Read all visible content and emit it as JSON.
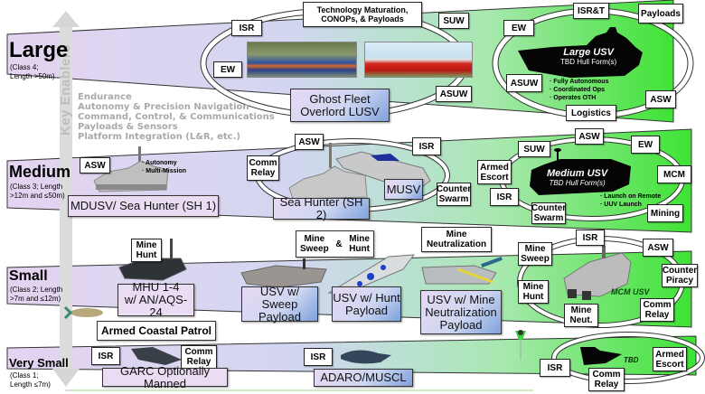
{
  "key_enablers": {
    "axis_label": "Key Enablers",
    "items": [
      "Endurance",
      "Autonomy & Precision Navigation",
      "Command, Control, & Communications",
      "Payloads & Sensors",
      "Platform Integration (L&R, etc.)"
    ]
  },
  "colors": {
    "band_purple": "#e4d6f1",
    "band_green_light": "#a6e8b0",
    "band_green_bright": "#44e63a",
    "ring_white": "#ffffff",
    "ring_outline": "#333333",
    "name_box_blue": "#7ea1dc"
  },
  "classes": {
    "large": {
      "title": "Large",
      "subtitle_line1": "(Class 4;",
      "subtitle_line2": "Length >50m)",
      "ring_tags": [
        "Technology Maturation,\nCONOPs, & Payloads",
        "ISR",
        "EW",
        "SUW",
        "ASUW"
      ],
      "platform_name": "Ghost Fleet\nOverlord LUSV",
      "future": {
        "title": "Large USV",
        "subtitle": "TBD Hull Form(s)",
        "tags": [
          "ISR&T",
          "Payloads",
          "EW",
          "ASUW",
          "ASW",
          "Logistics"
        ],
        "bullets": [
          "Fully Autonomous",
          "Coordinated Ops",
          "Operates OTH"
        ]
      }
    },
    "medium": {
      "title": "Medium",
      "subtitle_line1": "(Class 3; Length",
      "subtitle_line2": ">12m and ≤50m)",
      "sh1": {
        "tag": "ASW",
        "bullets": [
          "Autonomy",
          "Multi-Mission"
        ],
        "name": "MDUSV/ Sea Hunter (SH 1)"
      },
      "sh2": {
        "tags": [
          "ASW",
          "Comm\nRelay",
          "ISR",
          "Counter\nSwarm"
        ],
        "name": "Sea Hunter (SH 2)",
        "musv": "MUSV"
      },
      "future": {
        "title": "Medium USV",
        "subtitle": "TBD Hull Form(s)",
        "tags": [
          "SUW",
          "ASW",
          "EW",
          "Armed\nEscort",
          "MCM",
          "ISR",
          "Counter\nSwarm",
          "Mining"
        ],
        "bullets": [
          "Launch on Remote",
          "UUV Launch"
        ]
      }
    },
    "small": {
      "title": "Small",
      "subtitle_line1": "(Class 2; Length",
      "subtitle_line2": ">7m and ≤12m)",
      "mhu": {
        "tag": "Mine\nHunt",
        "name": "MHU 1-4\nw/ AN/AQS-24"
      },
      "sweep_hunt_tag": {
        "left": "Mine\nSweep",
        "amp": "&",
        "right": "Mine\nHunt"
      },
      "sweep_name": "USV w/ Sweep\nPayload",
      "hunt_name": "USV w/ Hunt\nPayload",
      "neut_tag": "Mine\nNeutralization",
      "neut_name": "USV w/ Mine\nNeutralization\nPayload",
      "armed_coastal_patrol": "Armed Coastal Patrol",
      "future": {
        "title": "MCM USV",
        "tags": [
          "ISR",
          "Mine\nSweep",
          "ASW",
          "Counter\nPiracy",
          "Mine\nHunt",
          "Comm\nRelay",
          "Mine\nNeut."
        ]
      }
    },
    "very_small": {
      "title": "Very Small",
      "subtitle_line1": "(Class 1;",
      "subtitle_line2": "Length ≤7m)",
      "garc": {
        "tags": [
          "ISR",
          "Comm\nRelay"
        ],
        "name": "GARC Optionally Manned"
      },
      "adaro": {
        "tag": "ISR",
        "name": "ADARO/MUSCL"
      },
      "future": {
        "title": "TBD",
        "tags": [
          "ISR",
          "Comm\nRelay",
          "Armed\nEscort"
        ]
      }
    }
  }
}
